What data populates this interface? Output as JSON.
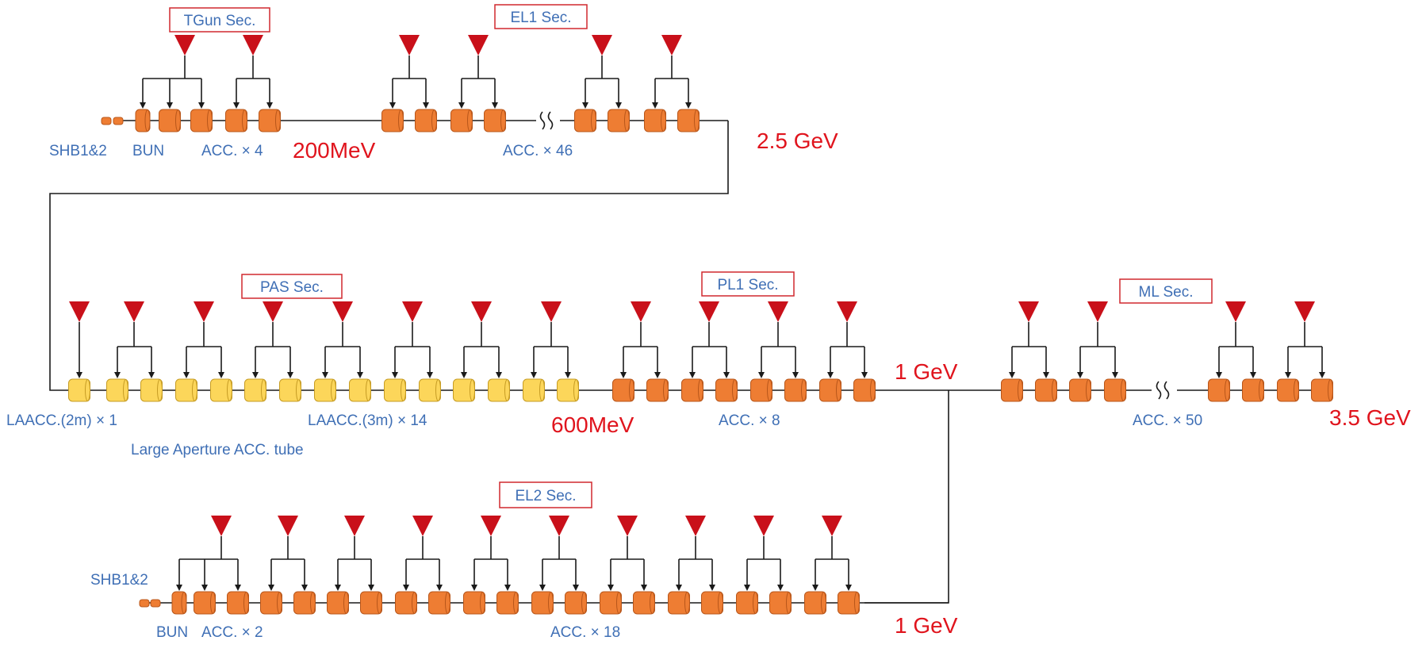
{
  "colors": {
    "accelerator": "#ee7d33",
    "accelerator_dark": "#b8561a",
    "large_aperture": "#fcd65a",
    "large_aperture_dark": "#c69c24",
    "klystron": "#c9101a",
    "label_text": "#3f6fb5",
    "energy_text": "#e0141d",
    "section_box": "#d0282f"
  },
  "sections": {
    "tgun": "TGun Sec.",
    "el1": "EL1 Sec.",
    "pas": "PAS Sec.",
    "pl1": "PL1 Sec.",
    "ml": "ML Sec.",
    "el2": "EL2 Sec."
  },
  "labels": {
    "shb_top": "SHB1&2",
    "bun_top": "BUN",
    "acc4": "ACC. × 4",
    "acc46": "ACC. × 46",
    "laacc2": "LAACC.(2m) × 1",
    "laacc3": "LAACC.(3m) × 14",
    "large_aperture": "Large Aperture ACC. tube",
    "acc8": "ACC. × 8",
    "acc50": "ACC. × 50",
    "shb_bottom": "SHB1&2",
    "bun_bottom": "BUN",
    "acc2": "ACC. × 2",
    "acc18": "ACC. × 18"
  },
  "energies": {
    "e200": "200MeV",
    "e25": "2.5 GeV",
    "e1_mid": "1 GeV",
    "e600": "600MeV",
    "e35": "3.5 GeV",
    "e1_bottom": "1 GeV"
  }
}
